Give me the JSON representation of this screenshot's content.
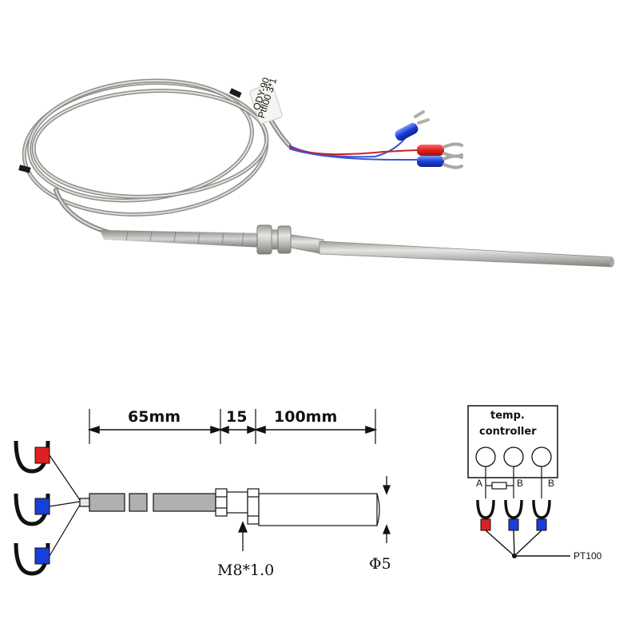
{
  "product": {
    "cable_label_1": "ODY-90",
    "cable_label_2": "Ptfl00 3*1"
  },
  "dimensions": {
    "section_1": "65mm",
    "section_2": "15",
    "section_3": "100mm",
    "thread": "M8*1.0",
    "diameter": "Φ5"
  },
  "wiring": {
    "controller_line1": "temp.",
    "controller_line2": "controller",
    "terminal_a": "A",
    "terminal_b1": "B",
    "terminal_b2": "B",
    "sensor": "PT100"
  },
  "colors": {
    "red_terminal": "#e02020",
    "blue_terminal": "#1a3fd8",
    "steel": "#b8b8b4"
  }
}
